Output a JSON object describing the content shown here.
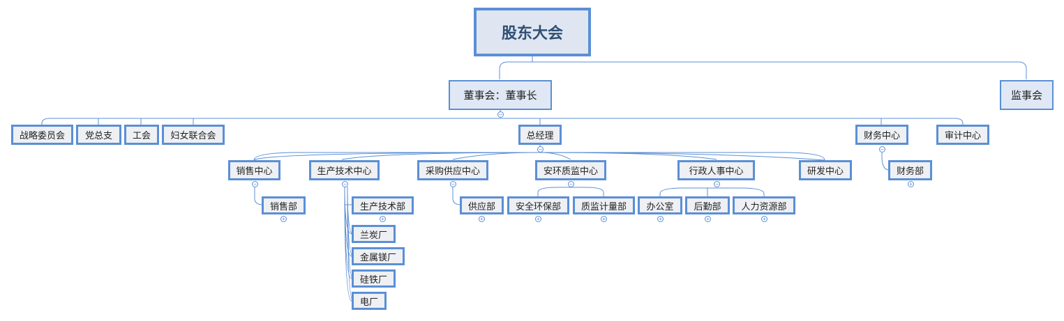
{
  "root": {
    "label": "股东大会"
  },
  "level1": {
    "board": {
      "label": "董事会：董事长"
    },
    "supervisors": {
      "label": "监事会"
    }
  },
  "board_children": {
    "strategy": {
      "label": "战略委员会"
    },
    "party": {
      "label": "党总支"
    },
    "union": {
      "label": "工会"
    },
    "women": {
      "label": "妇女联合会"
    },
    "gm": {
      "label": "总经理"
    },
    "finance_center": {
      "label": "财务中心"
    },
    "audit_center": {
      "label": "审计中心"
    }
  },
  "gm_children": {
    "sales_center": {
      "label": "销售中心"
    },
    "production_center": {
      "label": "生产技术中心"
    },
    "purchase_center": {
      "label": "采购供应中心"
    },
    "safety_center": {
      "label": "安环质监中心"
    },
    "admin_center": {
      "label": "行政人事中心"
    },
    "rd_center": {
      "label": "研发中心"
    }
  },
  "departments": {
    "sales_dept": {
      "label": "销售部"
    },
    "production_dept": {
      "label": "生产技术部"
    },
    "lantan_factory": {
      "label": "兰炭厂"
    },
    "magnesium_factory": {
      "label": "金属镁厂"
    },
    "ferrosilicon_factory": {
      "label": "硅铁厂"
    },
    "power_plant": {
      "label": "电厂"
    },
    "supply_dept": {
      "label": "供应部"
    },
    "safety_dept": {
      "label": "安全环保部"
    },
    "quality_dept": {
      "label": "质监计量部"
    },
    "office": {
      "label": "办公室"
    },
    "logistics_dept": {
      "label": "后勤部"
    },
    "hr_dept": {
      "label": "人力资源部"
    },
    "finance_dept": {
      "label": "财务部"
    }
  },
  "toggle_symbols": {
    "collapse": "−",
    "expand": "+"
  },
  "colors": {
    "border": "#5b8fd5",
    "node_fill": "#eef0f4",
    "root_fill": "#dfe6f1",
    "root_text": "#2f4f74"
  }
}
